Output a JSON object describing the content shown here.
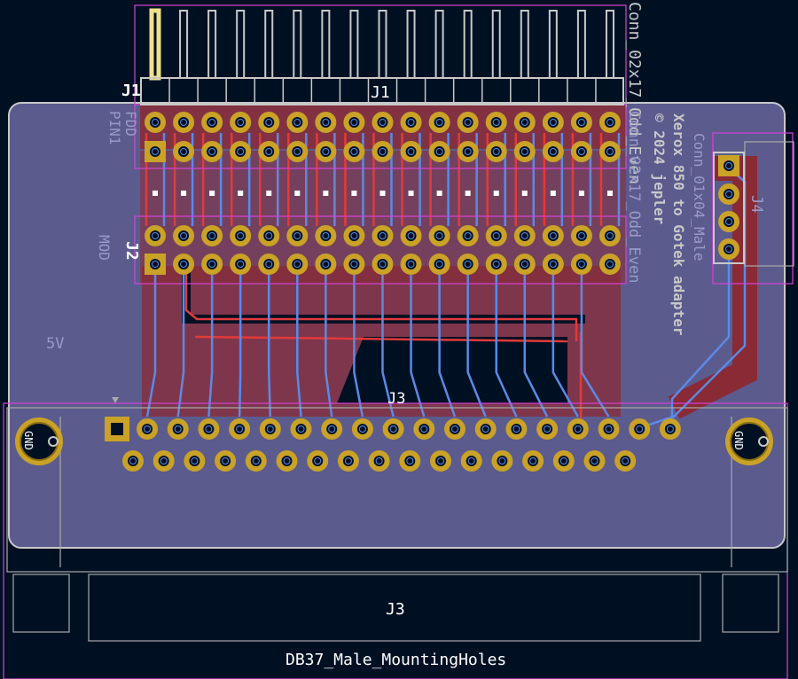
{
  "colors": {
    "background": "#001023",
    "board_fill": "#5b5b8e",
    "copper": "#8a2a35",
    "trace_back": "#5a8ae6",
    "trace_front": "#e23a3a",
    "pad": "#c9a227",
    "silk": "#c8c8c8",
    "courtyard": "#d642d6",
    "fab": "#aaaaaa"
  },
  "labels": {
    "j1_ref": "J1",
    "j1_ref_side": "J1",
    "j1_value": "Conn_02x17_Odd_Even",
    "j2_ref": "J2",
    "j2_value": "Conn_02x17_Odd_Even",
    "j3_ref": "J3",
    "j3_ref_lower": "J3",
    "j3_value": "DB37_Male_MountingHoles",
    "j4_ref": "J4",
    "j4_value": "Conn_01x04_Male",
    "fdd": "FDD",
    "pin1": "PIN1",
    "mod": "MOD",
    "fiveV": "5V",
    "gnd_left": "GND",
    "gnd_right": "GND",
    "board_title": "Xerox 850 to Gotek adapter",
    "copyright": "© 2024 jepler"
  }
}
